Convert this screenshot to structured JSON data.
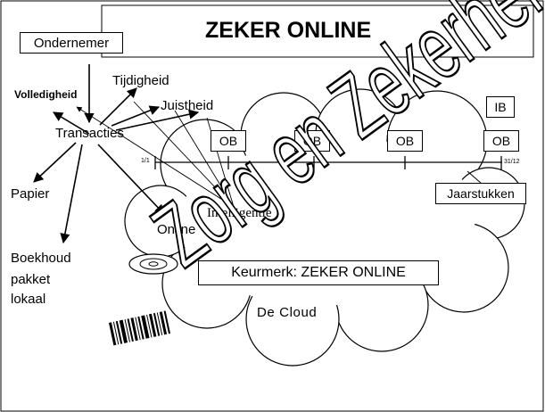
{
  "title": "ZEKER ONLINE",
  "nodes": {
    "ondernemer": "Ondernemer",
    "transacties": "Transacties",
    "volledigheid": "Volledigheid",
    "tijdigheid": "Tijdigheid",
    "juistheid": "Juistheid",
    "papier": "Papier",
    "online": "Online",
    "boekhoud": [
      "Boekhoud",
      "pakket",
      "lokaal"
    ],
    "intelligentie": "Intelligentie",
    "de_cloud": "De Cloud",
    "keurmerk": "Keurmerk: ZEKER ONLINE",
    "jaarstukken": "Jaarstukken"
  },
  "timeline": {
    "start": "1/1",
    "end": "31/12",
    "markers": [
      "OB",
      "OB",
      "OB",
      "OB"
    ],
    "ib": "IB"
  },
  "watermark": "Zorg en Zekerheid"
}
